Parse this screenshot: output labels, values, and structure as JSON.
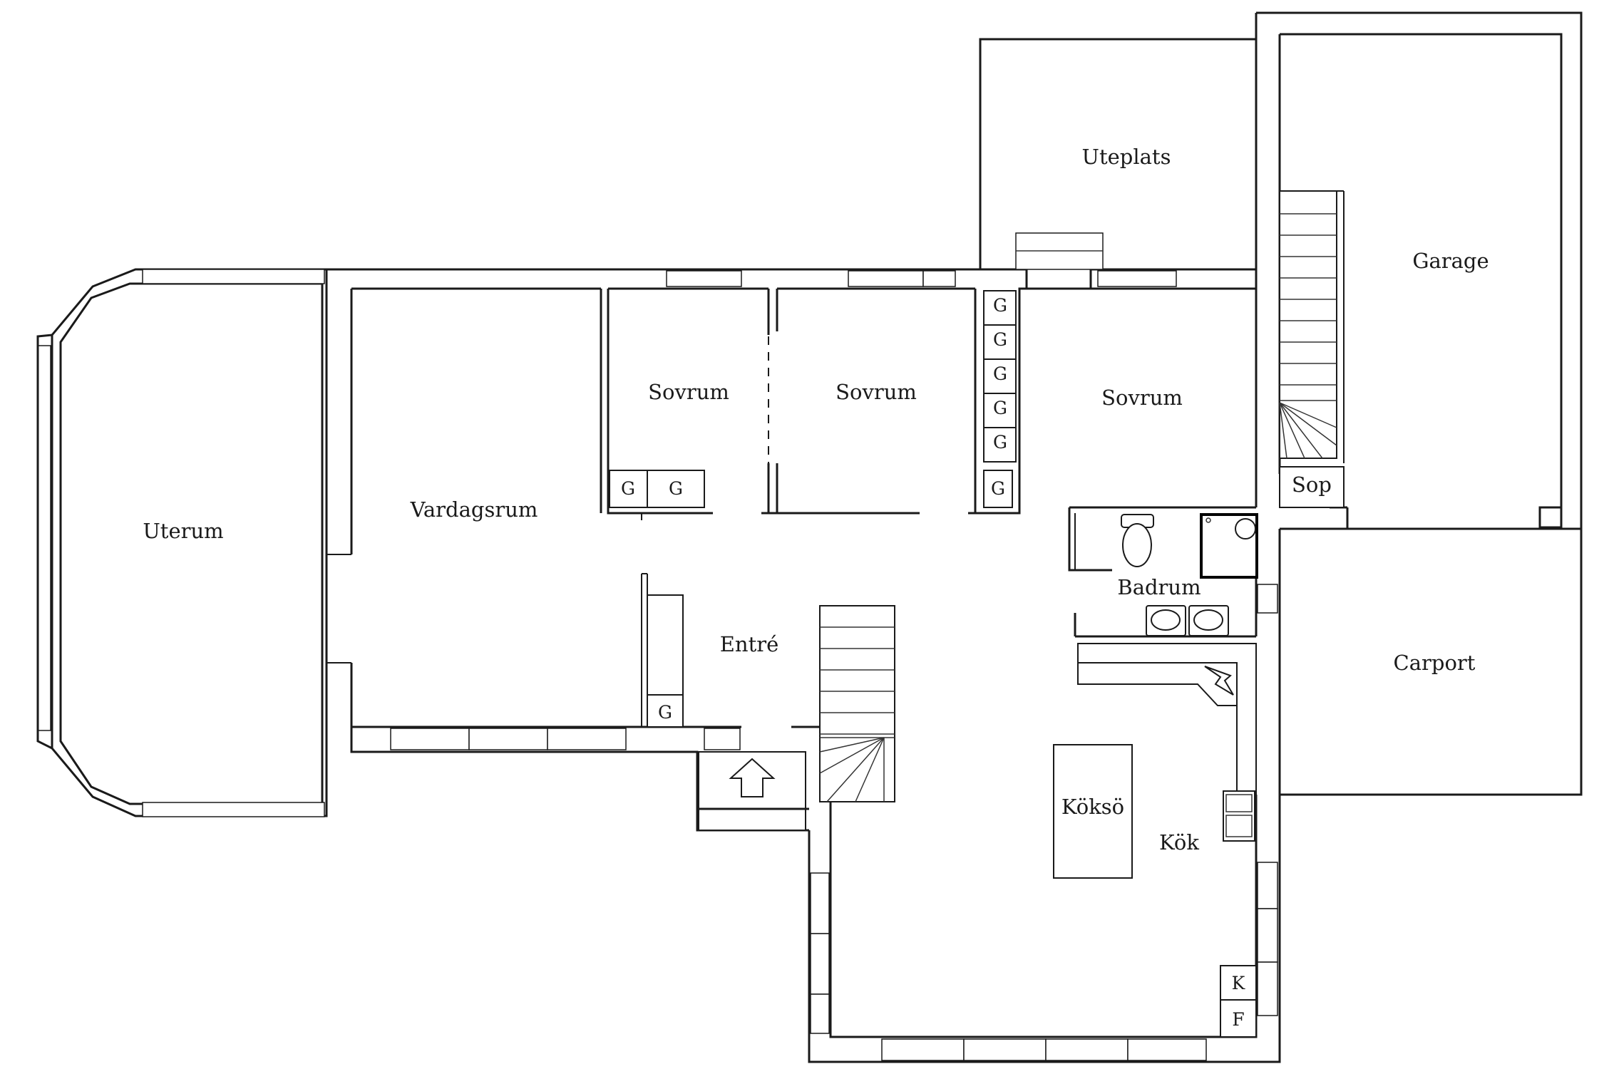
{
  "rooms": {
    "uterum": "Uterum",
    "vardagsrum": "Vardagsrum",
    "sovrum_1": "Sovrum",
    "sovrum_2": "Sovrum",
    "sovrum_3": "Sovrum",
    "uteplats": "Uteplats",
    "garage": "Garage",
    "sop": "Sop",
    "carport": "Carport",
    "badrum": "Badrum",
    "entre": "Entré",
    "koksö": "Köksö",
    "kok": "Kök"
  },
  "closets": {
    "g": "G"
  },
  "appliances": {
    "k": "K",
    "f": "F"
  },
  "icons": {
    "entrance": "entrance-arrow-icon"
  }
}
